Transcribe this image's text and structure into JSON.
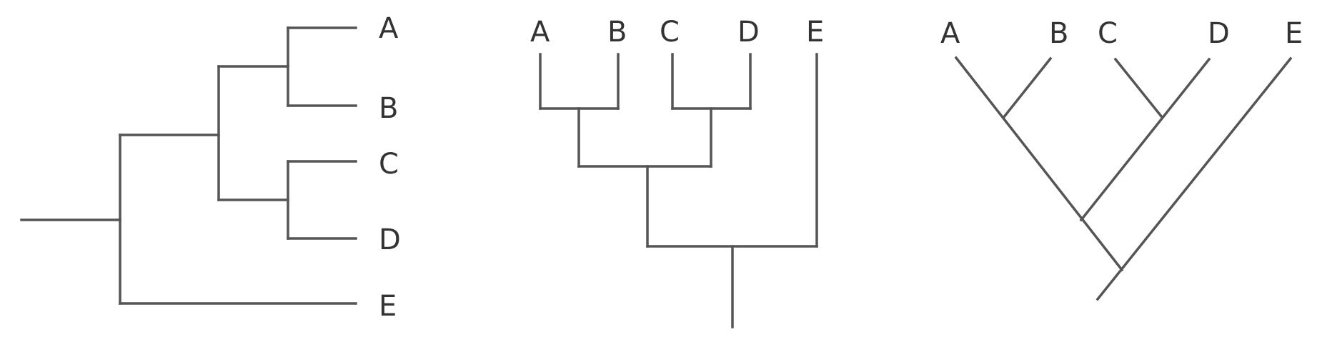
{
  "trees": [
    {
      "id": "rectangular-horizontal",
      "taxa": [
        "A",
        "B",
        "C",
        "D",
        "E"
      ]
    },
    {
      "id": "rectangular-vertical",
      "taxa": [
        "A",
        "B",
        "C",
        "D",
        "E"
      ]
    },
    {
      "id": "slanted-vertical",
      "taxa": [
        "A",
        "B",
        "C",
        "D",
        "E"
      ]
    }
  ],
  "colors": {
    "branch": "#555555",
    "label": "#333333",
    "background": "#ffffff"
  }
}
